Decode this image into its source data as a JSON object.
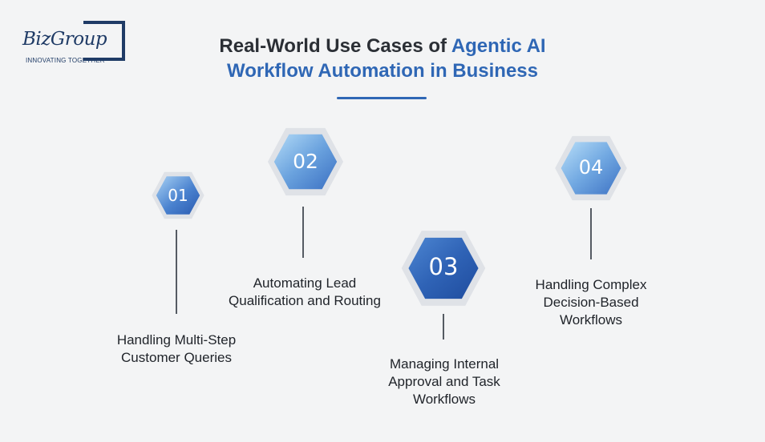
{
  "logo": {
    "brand": "BizGroup",
    "tagline": "INNOVATING TOGETHER"
  },
  "title": {
    "line1_plain": "Real-World Use Cases of",
    "line1_accent": "Agentic AI",
    "line2": "Workflow Automation in Business"
  },
  "steps": [
    {
      "number": "01",
      "label": "Handling Multi-Step Customer Queries"
    },
    {
      "number": "02",
      "label": "Automating Lead Qualification and Routing"
    },
    {
      "number": "03",
      "label": "Managing Internal Approval and Task Workflows"
    },
    {
      "number": "04",
      "label": "Handling Complex Decision-Based Workflows"
    }
  ],
  "colors": {
    "accent": "#2f67b5",
    "hex_dark": "#2a5ab0",
    "hex_light": "#a9d2f4",
    "hex_border": "#d8dce2"
  }
}
